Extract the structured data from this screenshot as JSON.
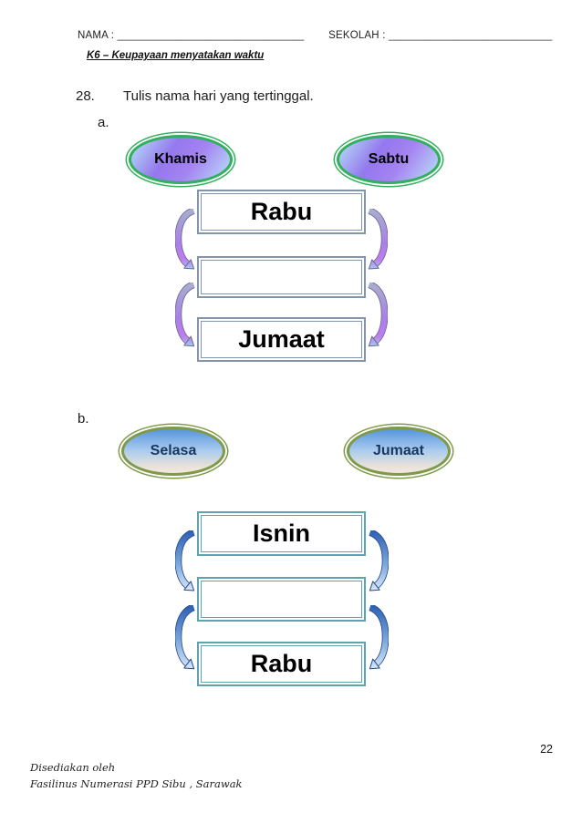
{
  "header": {
    "nama_label": "NAMA   :",
    "nama_blank": "________________________________",
    "sekolah_label": "SEKOLAH :",
    "sekolah_blank": "____________________________",
    "topic": "K6 – Keupayaan menyatakan waktu"
  },
  "question": {
    "number": "28.",
    "text": "Tulis nama hari yang tertinggal."
  },
  "sections": [
    {
      "label": "a.",
      "ovals": [
        "Khamis",
        "Sabtu"
      ],
      "boxes": [
        "Rabu",
        "",
        "Jumaat"
      ]
    },
    {
      "label": "b.",
      "ovals": [
        "Selasa",
        "Jumaat"
      ],
      "boxes": [
        "Isnin",
        "",
        "Rabu"
      ]
    }
  ],
  "footer": {
    "prepared_by_line1": "Disediakan oleh",
    "prepared_by_line2": "Fasilinus Numerasi PPD Sibu , Sarawak",
    "page_number": "22"
  },
  "colors": {
    "green_ring": "#2fb05a",
    "oval_a_edge": "#b9e2f8",
    "oval_a_mid": "#9478ee",
    "oval_a_mid2": "#a583f2",
    "slate_box_border": "#8494ad",
    "arrow_a_top": "#a9aecf",
    "arrow_a_mid": "#a97fe8",
    "arrow_a_low": "#c07bf0",
    "arrow_a_tip": "#9fd4f0",
    "arrow_a_outline": "#6b6b8f",
    "olive_ring": "#7e9a49",
    "oval_b_top": "#5795dc",
    "oval_b_bottom": "#f3e7de",
    "oval_b_text": "#17375e",
    "teal_box_border": "#5fa3b0",
    "arrow_b_top": "#2e62b4",
    "arrow_b_mid": "#7fa9dc",
    "arrow_b_tip": "#dcebf9",
    "arrow_b_outline": "#2a4a8a"
  }
}
